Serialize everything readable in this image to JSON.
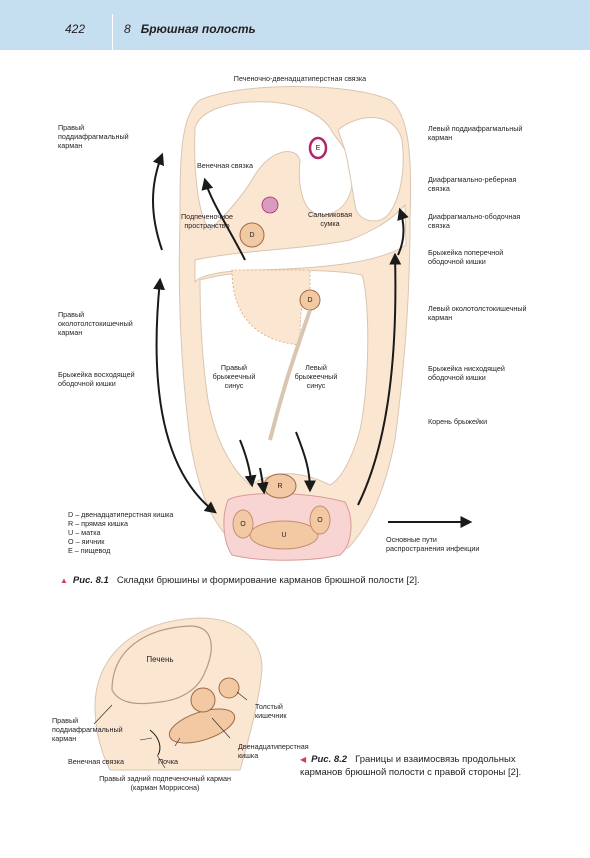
{
  "header": {
    "page_number": "422",
    "chapter_number": "8",
    "chapter_title": "Брюшная полость"
  },
  "fig1": {
    "top_label": "Печеночно-двенадцатиперстная связка",
    "left_labels": [
      "Правый поддиафрагмальный карман",
      "Правый околотолстокишечный карман",
      "Брыжейка восходящей ободочной кишки"
    ],
    "right_labels": [
      "Левый поддиафрагмальный карман",
      "Диафрагмально-реберная связка",
      "Диафрагмально-ободочная связка",
      "Брыжейка поперечной ободочной кишки",
      "Левый околотолстокишечный карман",
      "Брыжейка нисходящей ободочной кишки",
      "Корень брыжейки"
    ],
    "inner_labels": {
      "coronary": "Венечная связка",
      "subhepatic": "Подпеченочное пространство",
      "omental": "Сальниковая сумка",
      "right_sinus": "Правый брыжеечный синус",
      "left_sinus": "Левый брыжеечный синус"
    },
    "organ_letters": {
      "E": "E",
      "D": "D",
      "R": "R",
      "U": "U",
      "O": "O"
    },
    "legend": [
      "D – двенадцатиперстная кишка",
      "R – прямая кишка",
      "U – матка",
      "O – яичник",
      "E – пищевод"
    ],
    "arrow_legend": "Основные пути распространения инфекции",
    "caption_num": "Рис. 8.1",
    "caption_text": "Складки брюшины и формирование карманов брюшной полости [2]."
  },
  "fig2": {
    "labels": {
      "liver": "Печень",
      "right_subphrenic": "Правый поддиафрагмальный карман",
      "coronary": "Венечная связка",
      "kidney": "Почка",
      "colon": "Толстый кишечник",
      "duodenum": "Двенадцатиперстная кишка",
      "morrison": "Правый задний подпеченочный карман (карман Моррисона)"
    },
    "caption_num": "Рис. 8.2",
    "caption_text": "Границы и взаимосвязь продольных карманов брюшной полости с правой стороны [2]."
  },
  "colors": {
    "header": "#c5def0",
    "peritoneum": "#fbe6d2",
    "tissue": "#f3c9a4",
    "arrow": "#1a1a1a",
    "accent": "#d23f52"
  }
}
